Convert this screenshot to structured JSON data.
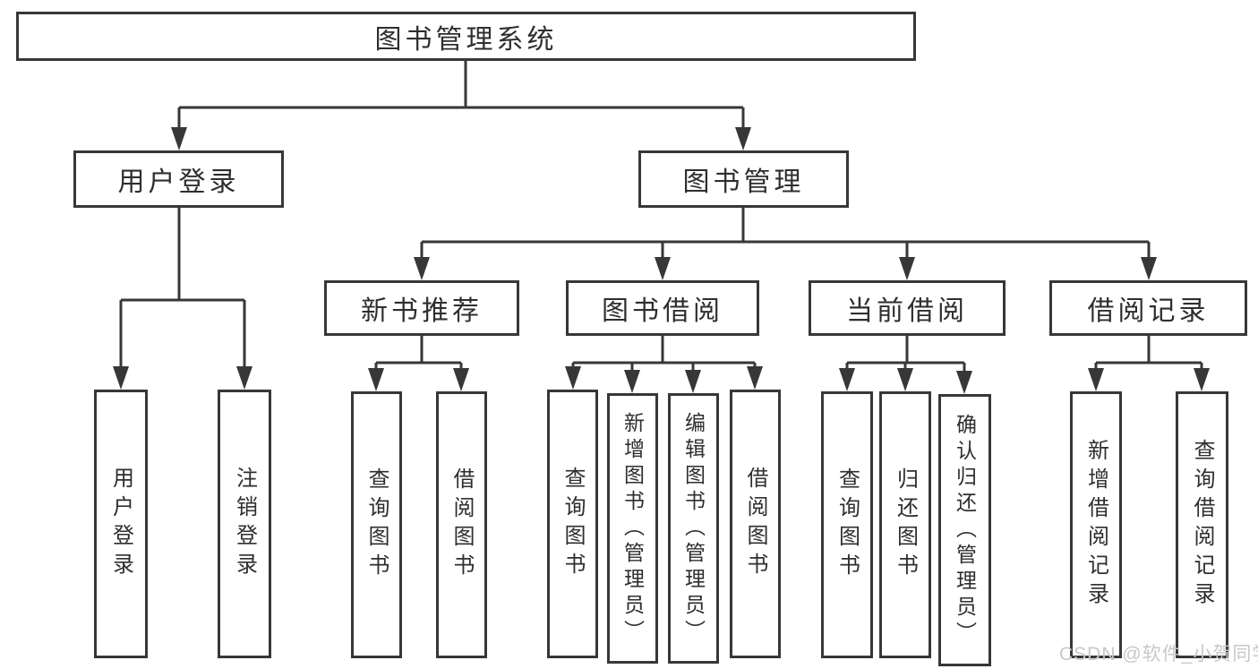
{
  "tree": {
    "root": {
      "label": "图书管理系统"
    },
    "branches": [
      {
        "label": "用户登录",
        "children": [
          {
            "label": "用户登录"
          },
          {
            "label": "注销登录"
          }
        ]
      },
      {
        "label": "图书管理",
        "children": [
          {
            "label": "新书推荐",
            "children": [
              {
                "label": "查询图书"
              },
              {
                "label": "借阅图书"
              }
            ]
          },
          {
            "label": "图书借阅",
            "children": [
              {
                "label": "查询图书"
              },
              {
                "label": "新增图书（管理员）"
              },
              {
                "label": "编辑图书（管理员）"
              },
              {
                "label": "借阅图书"
              }
            ]
          },
          {
            "label": "当前借阅",
            "children": [
              {
                "label": "查询图书"
              },
              {
                "label": "归还图书"
              },
              {
                "label": "确认归还（管理员）"
              }
            ]
          },
          {
            "label": "借阅记录",
            "children": [
              {
                "label": "新增借阅记录"
              },
              {
                "label": "查询借阅记录"
              }
            ]
          }
        ]
      }
    ]
  },
  "watermark": {
    "text": "CSDN @软件_小贺同学"
  },
  "colors": {
    "line": "#373737",
    "box_border": "#373737",
    "box_fill": "#ffffff",
    "text": "#2e2e2e",
    "watermark": "#c8c8c8",
    "background": "#ffffff"
  }
}
